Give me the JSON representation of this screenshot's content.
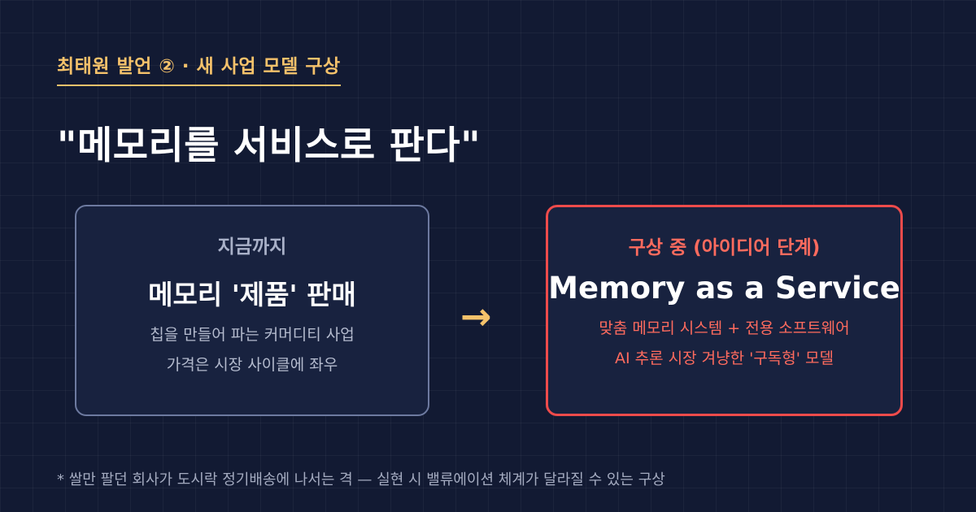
{
  "kicker": "최태원 발언 ② · 새 사업 모델 구상",
  "headline": "\"메모리를 서비스로 판다\"",
  "current": {
    "label": "지금까지",
    "title": "메모리 '제품' 판매",
    "lines": [
      "칩을 만들어 파는 커머디티 사업",
      "가격은 시장 사이클에 좌우"
    ]
  },
  "arrow": "→",
  "future": {
    "label": "구상 중 (아이디어 단계)",
    "title": "Memory as a Service",
    "lines": [
      "맞춤 메모리 시스템 + 전용 소프트웨어",
      "AI 추론 시장 겨냥한 '구독형' 모델"
    ]
  },
  "footnote": "* 쌀만 팔던 회사가 도시락 정기배송에 나서는 격 — 실현 시 밸류에이션 체계가 달라질 수 있는 구상",
  "colors": {
    "background": "#121a33",
    "accent_gold": "#f5c26b",
    "accent_red": "#ee4b4b",
    "muted_border": "#6d7aa0"
  }
}
